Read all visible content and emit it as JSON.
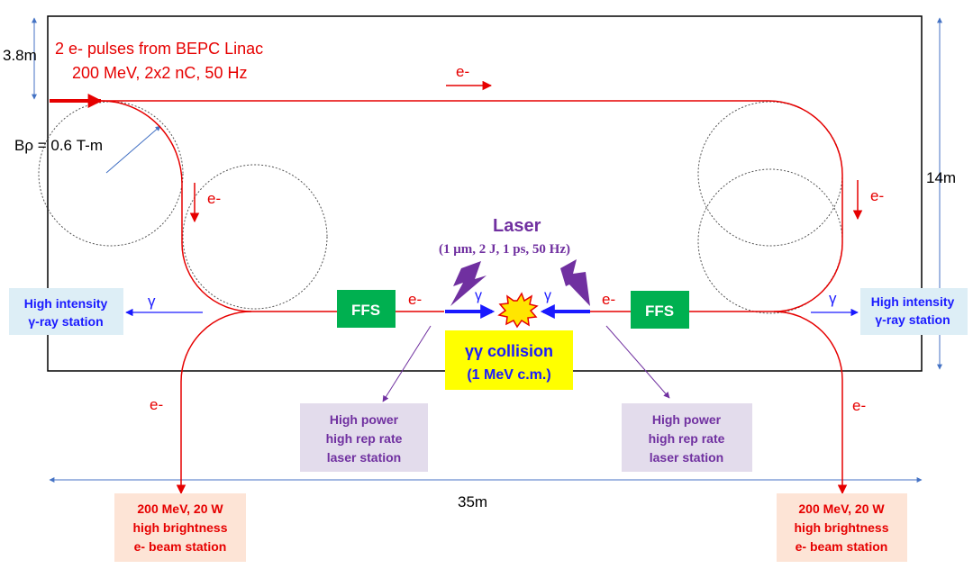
{
  "colors": {
    "beam": "#e60000",
    "gamma": "#1a1aff",
    "laser": "#7030a0",
    "dim": "#4472c4",
    "ffs_fill": "#00b050",
    "gamma_station_fill": "#ddeef6",
    "laser_station_fill": "#e3dcec",
    "beam_station_fill": "#fde4d6",
    "collision_fill": "#ffff00"
  },
  "source": {
    "line1": "2 e- pulses from BEPC Linac",
    "line2": "200 MeV, 2x2 nC, 50 Hz"
  },
  "dimensions": {
    "height_small": "3.8m",
    "height_total": "14m",
    "length_total": "35m"
  },
  "bending": {
    "label": "Bρ = 0.6 T-m"
  },
  "beam_labels": {
    "top": "e-",
    "left_down": "e-",
    "right_down": "e-",
    "ffs_left": "e-",
    "ffs_right": "e-",
    "left_lower": "e-",
    "right_lower": "e-"
  },
  "gamma_labels": {
    "left_out": "γ",
    "right_out": "γ",
    "center_left": "γ",
    "center_right": "γ"
  },
  "laser": {
    "title": "Laser",
    "params": "(1 μm, 2 J, 1 ps, 50 Hz)"
  },
  "ffs": {
    "left": "FFS",
    "right": "FFS"
  },
  "collision": {
    "line1": "γγ collision",
    "line2": "(1 MeV c.m.)"
  },
  "gamma_station_left": {
    "line1": "High intensity",
    "line2": "γ-ray station"
  },
  "gamma_station_right": {
    "line1": "High intensity",
    "line2": "γ-ray station"
  },
  "laser_station_left": {
    "line1": "High power",
    "line2": "high rep rate",
    "line3": "laser station"
  },
  "laser_station_right": {
    "line1": "High power",
    "line2": "high rep rate",
    "line3": "laser station"
  },
  "beam_station_left": {
    "line1": "200 MeV, 20 W",
    "line2": "high brightness",
    "line3": "e- beam station"
  },
  "beam_station_right": {
    "line1": "200 MeV, 20 W",
    "line2": "high brightness",
    "line3": "e- beam station"
  }
}
